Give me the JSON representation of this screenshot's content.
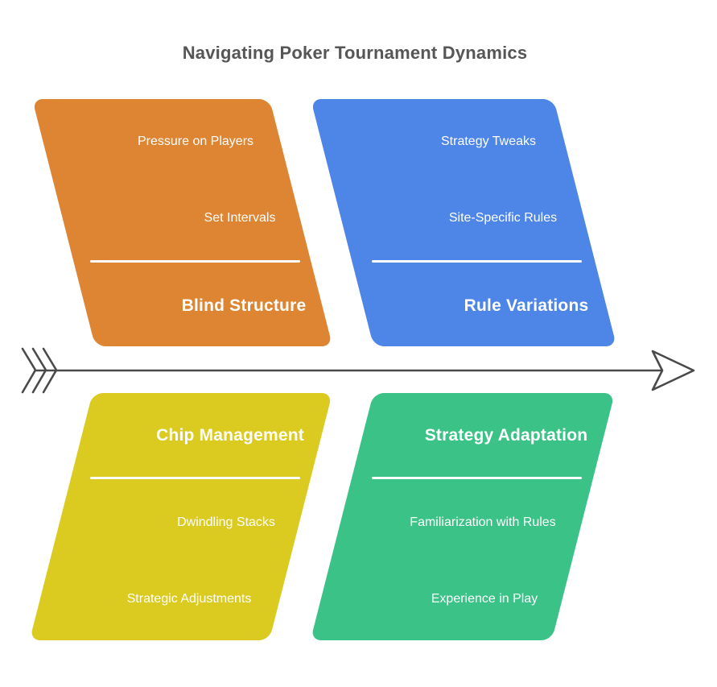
{
  "title": "Navigating Poker Tournament Dynamics",
  "title_color": "#565657",
  "background_color": "#FFFFFF",
  "text_color": "#FFFFFF",
  "arrow": {
    "direction": "right",
    "color": "#4A4A4A"
  },
  "quadrants": [
    {
      "heading": "Blind Structure",
      "items": [
        "Pressure on Players",
        "Set Intervals"
      ],
      "color": "#DD8532",
      "position": "top-left"
    },
    {
      "heading": "Rule Variations",
      "items": [
        "Strategy Tweaks",
        "Site-Specific Rules"
      ],
      "color": "#4E86E8",
      "position": "top-right"
    },
    {
      "heading": "Chip Management",
      "items": [
        "Dwindling Stacks",
        "Strategic Adjustments"
      ],
      "color": "#DBCA20",
      "position": "bottom-left"
    },
    {
      "heading": "Strategy Adaptation",
      "items": [
        "Familiarization with Rules",
        "Experience in Play"
      ],
      "color": "#3AC287",
      "position": "bottom-right"
    }
  ]
}
